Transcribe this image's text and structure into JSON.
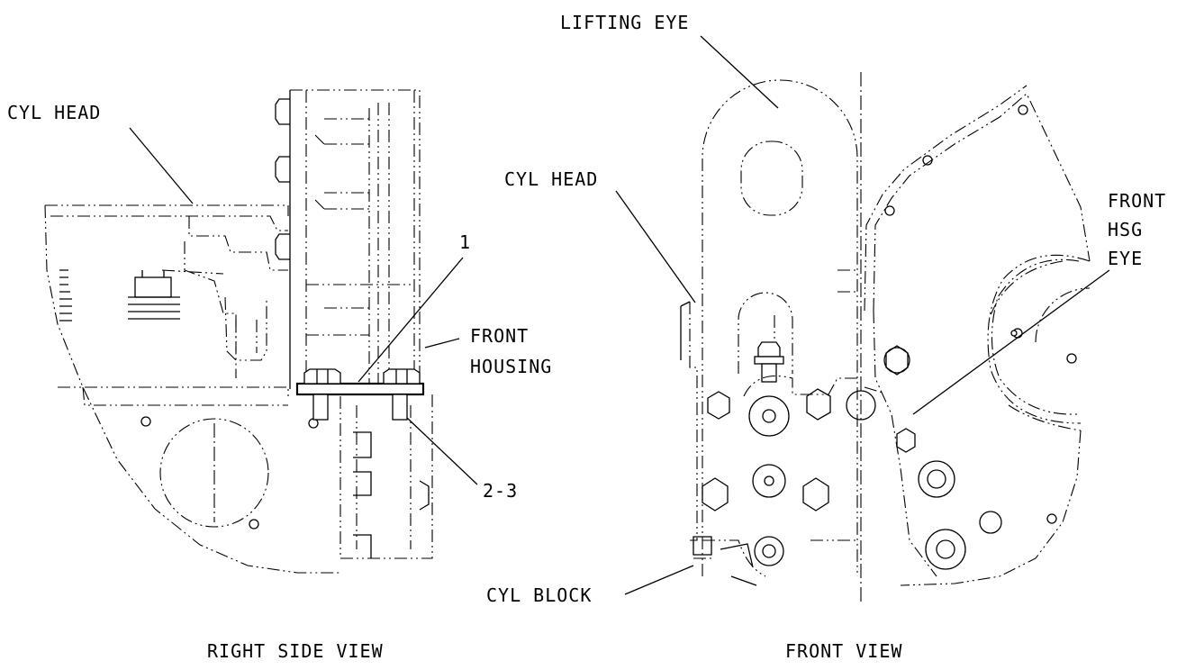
{
  "callouts": {
    "lifting_eye": "LIFTING EYE",
    "cyl_head_side": "CYL HEAD",
    "cyl_head_front": "CYL HEAD",
    "front_hsg_eye_line1": "FRONT",
    "front_hsg_eye_line2": "HSG",
    "front_hsg_eye_line3": "EYE",
    "item_1": "1",
    "front_housing_line1": "FRONT",
    "front_housing_line2": "HOUSING",
    "item_2_3": "2-3",
    "cyl_block": "CYL BLOCK"
  },
  "views": {
    "right_side": "RIGHT SIDE VIEW",
    "front": "FRONT VIEW"
  },
  "colors": {
    "ink": "#000000",
    "paper": "#ffffff"
  }
}
